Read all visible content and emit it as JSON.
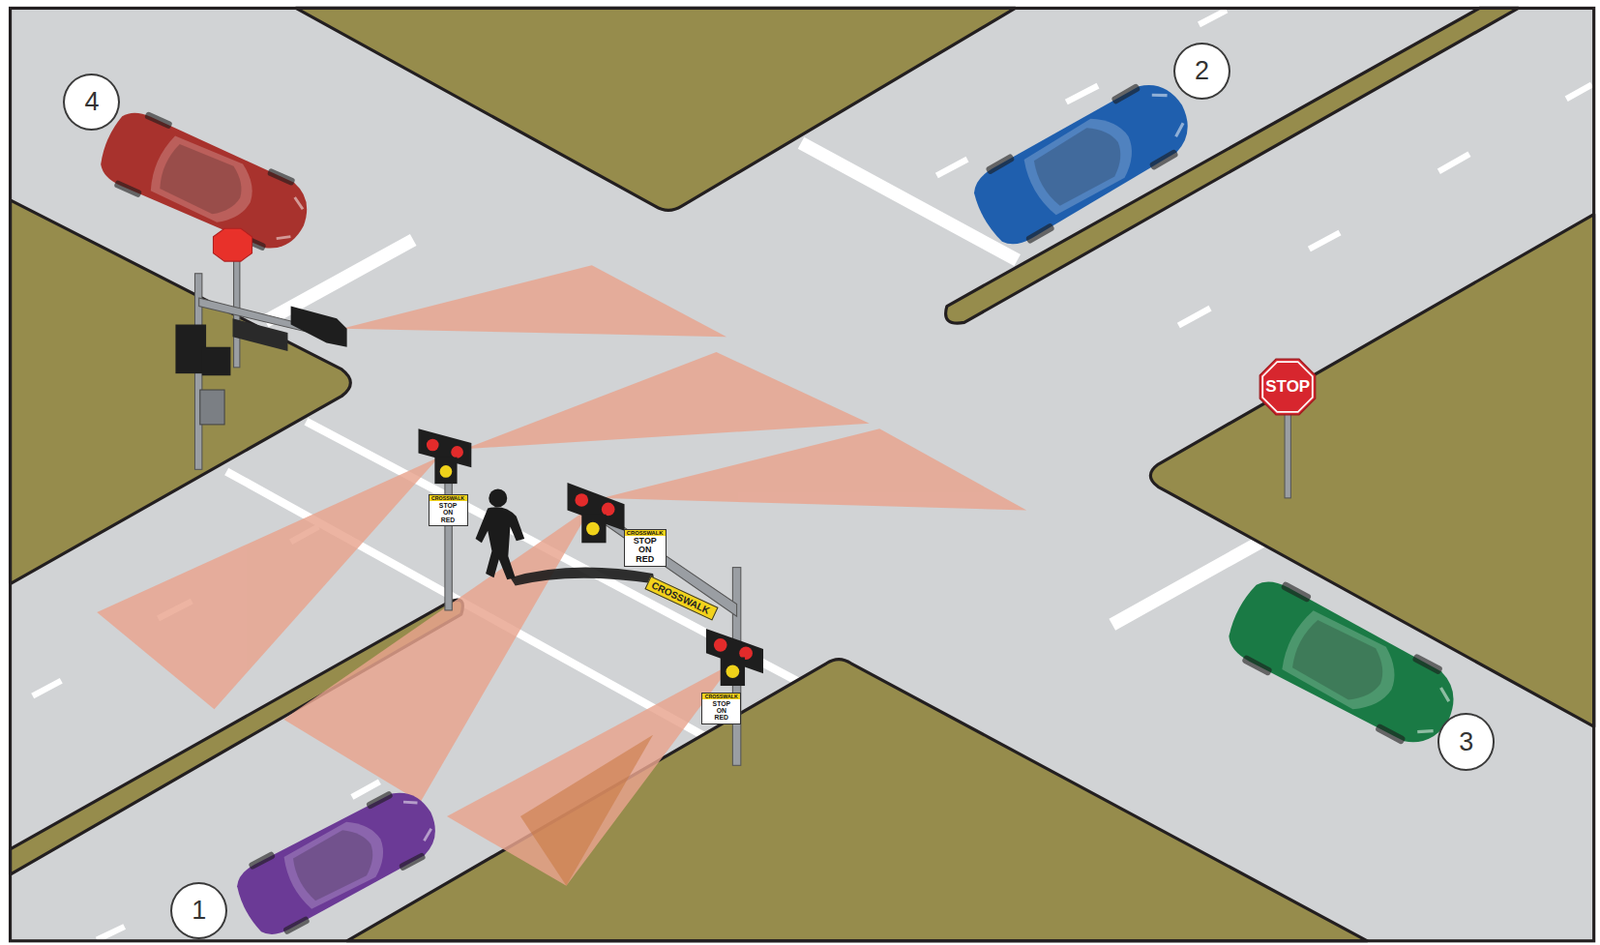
{
  "diagram": {
    "nodes": [
      {
        "text": [
          "4"
        ]
      },
      {
        "text": [
          "2"
        ]
      },
      {
        "text": [
          "STOP"
        ]
      },
      {
        "text": [
          "CROSSWALK",
          "STOP ON RED"
        ]
      },
      {
        "text": [
          "CROSSWALK",
          "STOP ON RED"
        ]
      },
      {
        "text": [
          "CROSSWALK"
        ]
      },
      {
        "text": [
          "CROSSWALK",
          "STOP ON RED"
        ]
      },
      {
        "text": [
          "3"
        ]
      },
      {
        "text": [
          "1"
        ]
      }
    ]
  }
}
